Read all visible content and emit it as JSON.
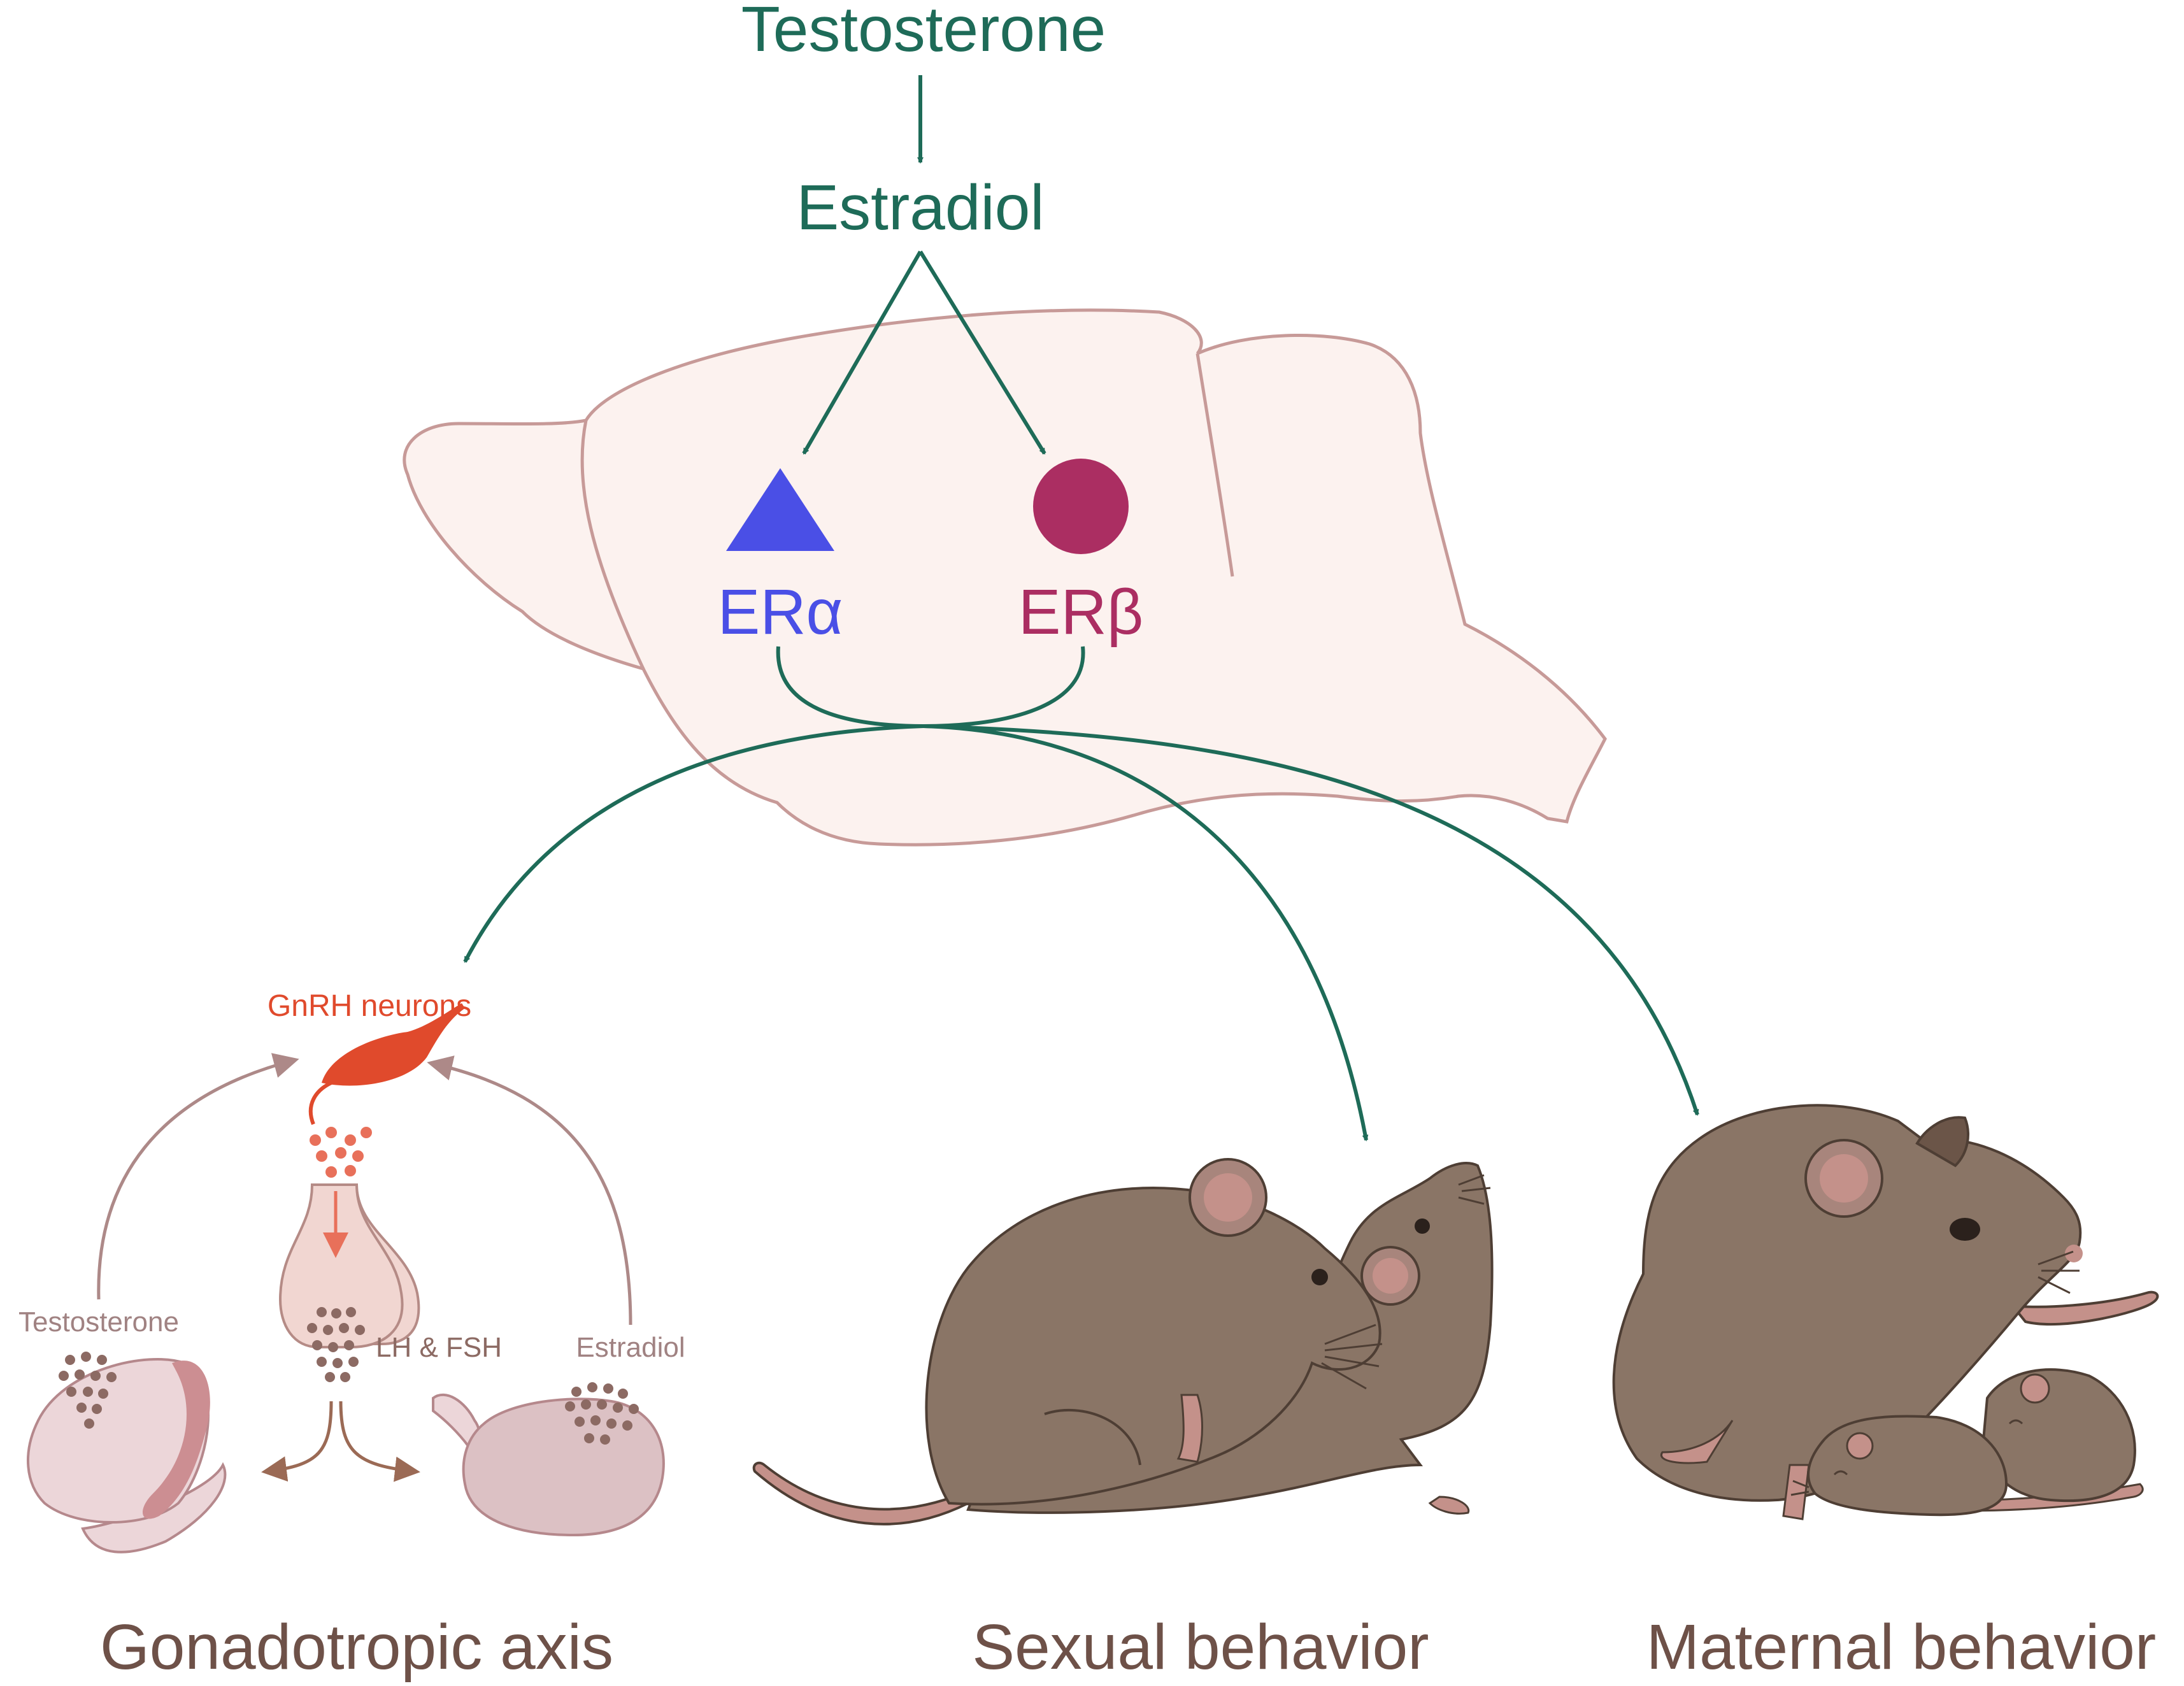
{
  "labels": {
    "testosterone_top": "Testosterone",
    "estradiol_top": "Estradiol",
    "er_alpha": "ERα",
    "er_beta": "ERβ",
    "gnrh_neurons": "GnRH neurons",
    "testosterone_small": "Testosterone",
    "estradiol_small": "Estradiol",
    "lh_fsh": "LH & FSH",
    "gonadotropic_axis": "Gonadotropic axis",
    "sexual_behavior": "Sexual behavior",
    "maternal_behavior": "Maternal behavior"
  },
  "colors": {
    "pathway_green": "#1e6b58",
    "er_alpha_blue": "#4a4fe6",
    "er_beta_magenta": "#ab2e62",
    "brain_fill": "#fcf2ef",
    "brain_outline": "#c79a98",
    "gnrh_red": "#e04a2c",
    "feedback_mauve": "#ad8988",
    "pituitary_fill": "#f1d6d1",
    "gonad_fill": "#ecd6d9",
    "gonad_accent": "#cc8e92",
    "dots_brown": "#8c6a63",
    "lh_fsh_arrow": "#9b6a55",
    "mouse_body": "#8a7566",
    "mouse_outline": "#4e3e34",
    "mouse_pink": "#c4918a",
    "caption_brown": "#6e5148"
  },
  "icons": [
    "brain",
    "er-alpha-triangle",
    "er-beta-circle",
    "gnrh-neuron",
    "pituitary-gland",
    "testis",
    "ovary",
    "mating-mice",
    "mother-mouse",
    "mouse-pups"
  ]
}
